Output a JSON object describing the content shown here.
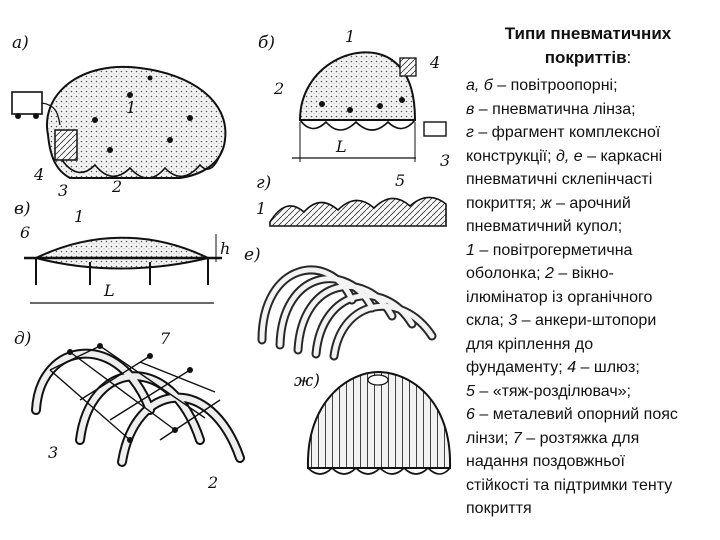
{
  "title": {
    "line1": "Типи пневматичних",
    "line2": "покриттів",
    "colon": ":"
  },
  "legend_lines": [
    [
      {
        "t": "а, б",
        "i": true
      },
      {
        "t": " – повітроопорні;"
      }
    ],
    [
      {
        "t": "в",
        "i": true
      },
      {
        "t": " – пневматична лінза;"
      }
    ],
    [
      {
        "t": "г",
        "i": true
      },
      {
        "t": " – фрагмент комплексної"
      }
    ],
    [
      {
        "t": "конструкції; "
      },
      {
        "t": "д, е",
        "i": true
      },
      {
        "t": " – каркасні"
      }
    ],
    [
      {
        "t": "пневматичні склепінчасті"
      }
    ],
    [
      {
        "t": "покриття; "
      },
      {
        "t": "ж",
        "i": true
      },
      {
        "t": " – арочний"
      }
    ],
    [
      {
        "t": "пневматичний купол;"
      }
    ],
    [
      {
        "t": "1",
        "i": true
      },
      {
        "t": " – повітрогерметична"
      }
    ],
    [
      {
        "t": "оболонка; "
      },
      {
        "t": "2",
        "i": true
      },
      {
        "t": " – вікно-"
      }
    ],
    [
      {
        "t": "ілюмінатор із органічного"
      }
    ],
    [
      {
        "t": "скла; "
      },
      {
        "t": "3",
        "i": true
      },
      {
        "t": " – анкери-штопори"
      }
    ],
    [
      {
        "t": "для кріплення до"
      }
    ],
    [
      {
        "t": "фундаменту; "
      },
      {
        "t": "4",
        "i": true
      },
      {
        "t": " – шлюз;"
      }
    ],
    [
      {
        "t": "5",
        "i": true
      },
      {
        "t": " – «тяж-розділювач»;"
      }
    ],
    [
      {
        "t": "6",
        "i": true
      },
      {
        "t": " – металевий опорний пояс"
      }
    ],
    [
      {
        "t": "лінзи; "
      },
      {
        "t": "7",
        "i": true
      },
      {
        "t": " – розтяжка для"
      }
    ],
    [
      {
        "t": "надання поздовжньої"
      }
    ],
    [
      {
        "t": "стійкості та підтримки тенту"
      }
    ],
    [
      {
        "t": "покриття"
      }
    ]
  ],
  "figure_labels": {
    "a": "а)",
    "b": "б)",
    "v": "в)",
    "g": "г)",
    "d": "д)",
    "e": "е)",
    "zh": "ж)"
  },
  "numbers": {
    "a": [
      "1",
      "2",
      "3",
      "4"
    ],
    "b": [
      "1",
      "2",
      "3",
      "4"
    ],
    "v": [
      "1",
      "6"
    ],
    "g": [
      "1",
      "5"
    ],
    "d": [
      "2",
      "3",
      "7"
    ],
    "dims": {
      "L": "L",
      "h": "h"
    }
  }
}
